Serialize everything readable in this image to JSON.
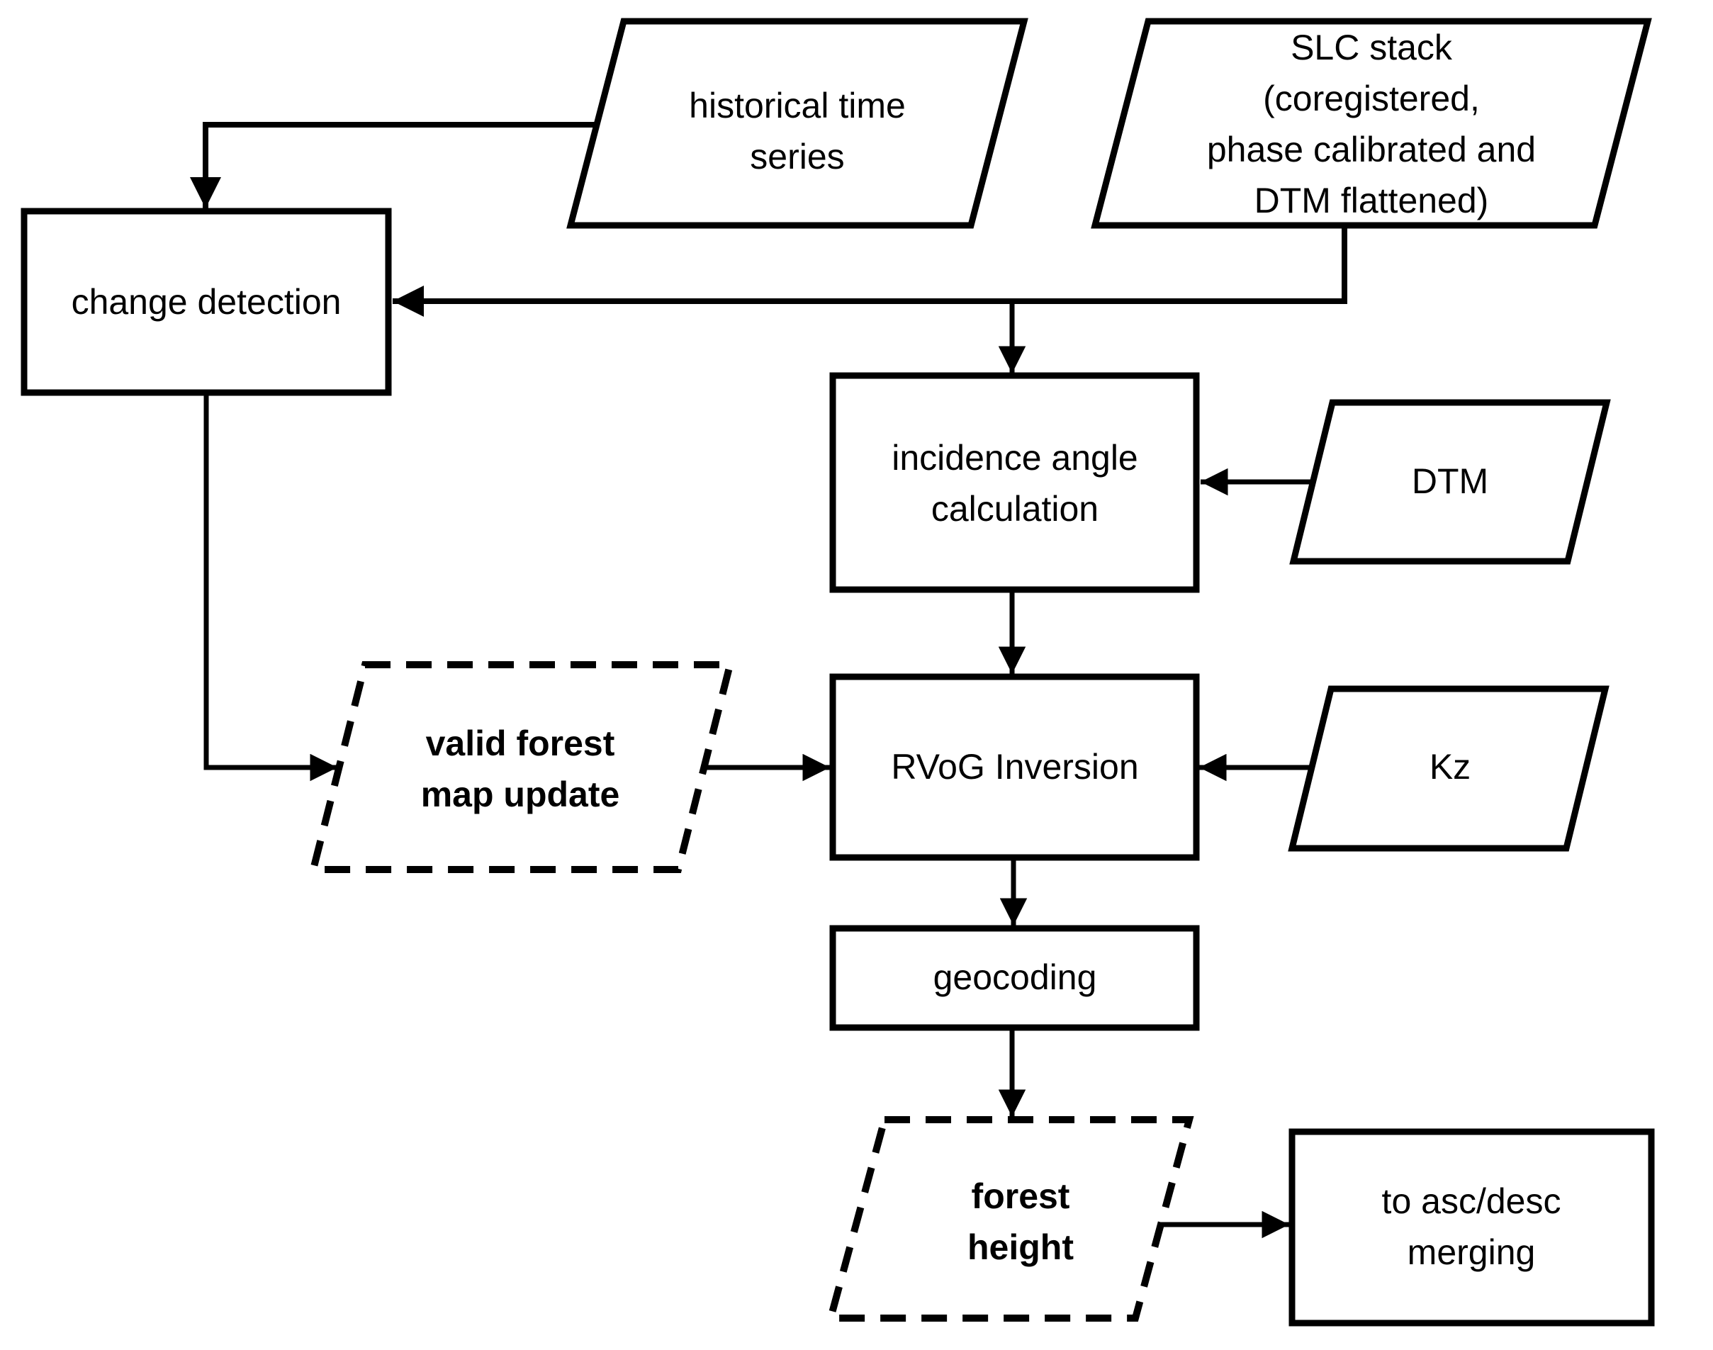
{
  "diagram": {
    "type": "flowchart",
    "background_color": "#ffffff",
    "stroke_color": "#000000",
    "highlight_fill": "#dce6f2",
    "nodes": {
      "historical_time_series": {
        "label": "historical time\nseries",
        "shape": "parallelogram",
        "style": "solid"
      },
      "slc_stack": {
        "label": "SLC stack (coregistered,\nphase calibrated and\nDTM flattened)",
        "shape": "parallelogram",
        "style": "solid"
      },
      "change_detection": {
        "label": "change detection",
        "shape": "rectangle",
        "style": "solid"
      },
      "incidence_angle_calculation": {
        "label": "incidence angle\ncalculation",
        "shape": "rectangle",
        "style": "solid"
      },
      "dtm": {
        "label": "DTM",
        "shape": "parallelogram",
        "style": "solid"
      },
      "valid_forest_map_update": {
        "label": "valid forest\nmap update",
        "shape": "parallelogram",
        "style": "dashed-highlighted"
      },
      "rvog_inversion": {
        "label": "RVoG Inversion",
        "shape": "rectangle",
        "style": "solid"
      },
      "kz": {
        "label": "Kz",
        "shape": "parallelogram",
        "style": "solid"
      },
      "geocoding": {
        "label": "geocoding",
        "shape": "rectangle",
        "style": "solid"
      },
      "forest_height": {
        "label": "forest\nheight",
        "shape": "parallelogram",
        "style": "dashed-highlighted"
      },
      "to_asc_desc_merging": {
        "label": "to asc/desc\nmerging",
        "shape": "rectangle",
        "style": "solid"
      }
    },
    "edges": [
      {
        "from": "historical_time_series",
        "to": "change_detection"
      },
      {
        "from": "slc_stack",
        "to": "change_detection"
      },
      {
        "from": "slc_stack",
        "to": "incidence_angle_calculation"
      },
      {
        "from": "dtm",
        "to": "incidence_angle_calculation"
      },
      {
        "from": "incidence_angle_calculation",
        "to": "rvog_inversion"
      },
      {
        "from": "change_detection",
        "to": "valid_forest_map_update"
      },
      {
        "from": "valid_forest_map_update",
        "to": "rvog_inversion"
      },
      {
        "from": "kz",
        "to": "rvog_inversion"
      },
      {
        "from": "rvog_inversion",
        "to": "geocoding"
      },
      {
        "from": "geocoding",
        "to": "forest_height"
      },
      {
        "from": "forest_height",
        "to": "to_asc_desc_merging"
      }
    ]
  }
}
